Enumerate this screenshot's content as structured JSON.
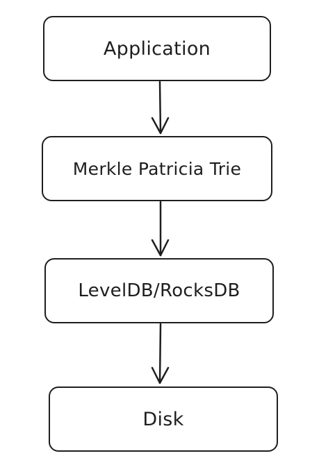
{
  "diagram": {
    "nodes": [
      {
        "id": "application",
        "label": "Application"
      },
      {
        "id": "merkle-patricia-trie",
        "label": "Merkle Patricia Trie"
      },
      {
        "id": "leveldb-rocksdb",
        "label": "LevelDB/RocksDB"
      },
      {
        "id": "disk",
        "label": "Disk"
      }
    ],
    "edges": [
      {
        "from": "application",
        "to": "merkle-patricia-trie"
      },
      {
        "from": "merkle-patricia-trie",
        "to": "leveldb-rocksdb"
      },
      {
        "from": "leveldb-rocksdb",
        "to": "disk"
      }
    ],
    "colors": {
      "stroke": "#1e1e1e",
      "background": "#ffffff"
    }
  }
}
